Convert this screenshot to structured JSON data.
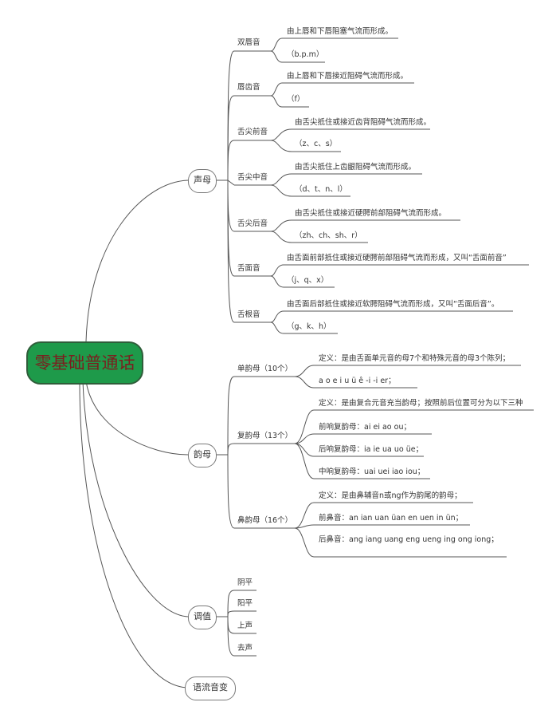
{
  "root": {
    "label": "零基础普通话"
  },
  "branches": [
    {
      "label": "声母"
    },
    {
      "label": "韵母"
    },
    {
      "label": "调值"
    },
    {
      "label": "语流音变"
    }
  ],
  "shengmu": [
    {
      "label": "双唇音",
      "desc": "由上唇和下唇阻塞气流而形成。",
      "examples": "（b.p.m）"
    },
    {
      "label": "唇齿音",
      "desc": "由上唇和下唇接近阻碍气流而形成。",
      "examples": "（f）"
    },
    {
      "label": "舌尖前音",
      "desc": "由舌尖抵住或接近齿背阻碍气流而形成。",
      "examples": "（z、c、s）"
    },
    {
      "label": "舌尖中音",
      "desc": "由舌尖抵住上齿龈阻碍气流而形成。",
      "examples": "（d、t、n、l）"
    },
    {
      "label": "舌尖后音",
      "desc": "由舌尖抵住或接近硬腭前部阻碍气流而形成。",
      "examples": "（zh、ch、sh、r）"
    },
    {
      "label": "舌面音",
      "desc": "由舌面前部抵住或接近硬腭前部阻碍气流而形成，又叫“舌面前音”",
      "examples": "（j、q、x）"
    },
    {
      "label": "舌根音",
      "desc": "由舌面后部抵住或接近软腭阻碍气流而形成，又叫“舌面后音”。",
      "examples": "（g、k、h）"
    }
  ],
  "yunmu": [
    {
      "label": "单韵母（10个）",
      "items": [
        "定义：是由舌面单元音的母7个和特殊元音的母3个陈列；",
        "a o e i u ü ê -i -i er；"
      ]
    },
    {
      "label": "复韵母（13个）",
      "items": [
        "定义：是由复合元音充当韵母；按照前后位置可分为以下三种",
        "前响复韵母：ai ei ao ou；",
        "后响复韵母：ia ie ua uo üe；",
        "中响复韵母：uai uei iao iou；"
      ]
    },
    {
      "label": "鼻韵母（16个）",
      "items": [
        "定义：是由鼻辅音n或ng作为韵尾的韵母；",
        "前鼻音：an ian uan üan en uen  in ün；",
        "后鼻音：ang iang uang eng ueng  ing ong iong；"
      ]
    }
  ],
  "tones": [
    "阴平",
    "阳平",
    "上声",
    "去声"
  ]
}
